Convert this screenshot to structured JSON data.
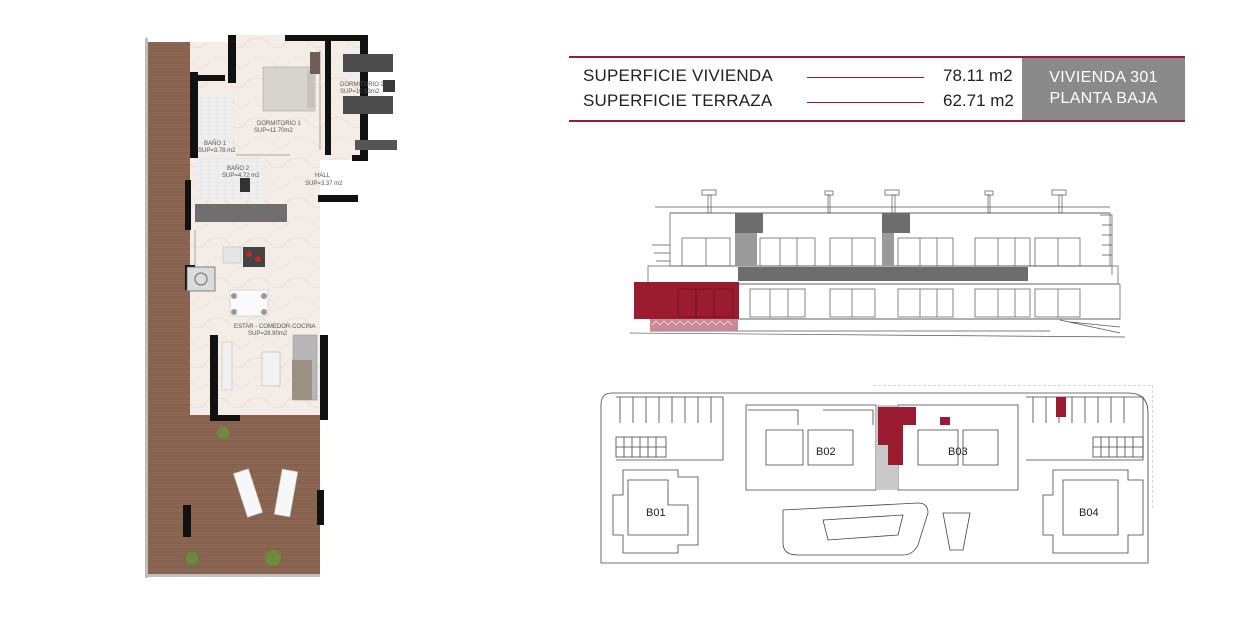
{
  "summary": {
    "rows": [
      {
        "label": "SUPERFICIE VIVIENDA",
        "value": "78.11 m2"
      },
      {
        "label": "SUPERFICIE TERRAZA",
        "value": "62.71 m2"
      }
    ],
    "unit_name": "VIVIENDA 301",
    "floor_name": "PLANTA BAJA",
    "accent_color": "#9b1b30",
    "tag_color": "#8a8a8a"
  },
  "floorplan": {
    "rooms": [
      {
        "name": "DORMITORIO 1",
        "area": "SUP=11.70m2"
      },
      {
        "name": "DORMITORIO 2",
        "area": "SUP=10.53m2"
      },
      {
        "name": "BAÑO 1",
        "area": "SUP=3.78 m2"
      },
      {
        "name": "BAÑO 2",
        "area": "SUP=4.72 m2"
      },
      {
        "name": "HALL",
        "area": "SUP=3.37 m2"
      },
      {
        "name": "ESTAR - COMEDOR-COCINA",
        "area": "SUP=28.90m2"
      }
    ],
    "terrace_color": "#8a6652",
    "wall_color": "#111111",
    "floor_color": "#f4ede7"
  },
  "siteplan": {
    "buildings": [
      "B01",
      "B02",
      "B03",
      "B04"
    ]
  }
}
